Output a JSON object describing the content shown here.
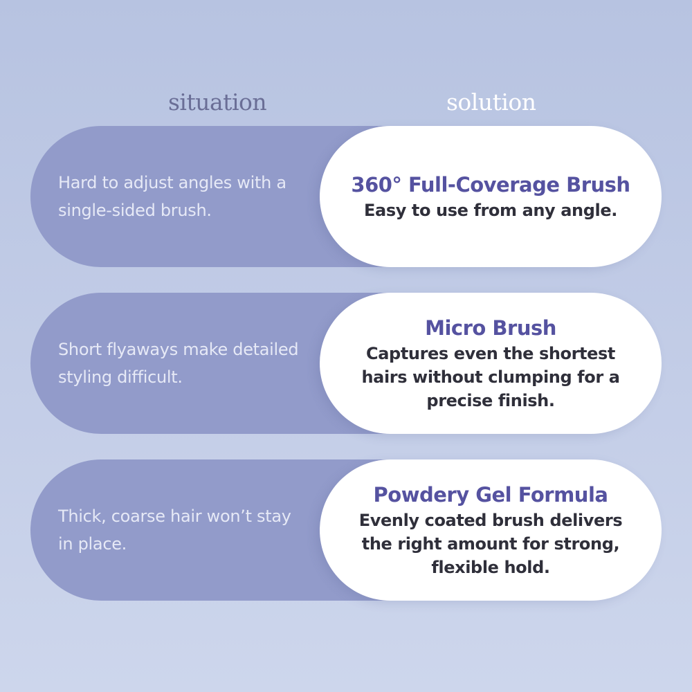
{
  "headers": {
    "situation": "situation",
    "solution": "solution"
  },
  "rows": [
    {
      "situation": "Hard to adjust angles with a single-sided brush.",
      "solution_title": "360° Full-Coverage Brush",
      "solution_desc": "Easy to use from any angle."
    },
    {
      "situation": "Short flyaways make detailed styling difficult.",
      "solution_title": "Micro Brush",
      "solution_desc": "Captures even the shortest hairs without clumping for a precise finish."
    },
    {
      "situation": "Thick, coarse hair won’t stay in place.",
      "solution_title": "Powdery Gel Formula",
      "solution_desc": "Evenly coated brush delivers the right amount for strong, flexible hold."
    }
  ],
  "colors": {
    "background": "#bfc9e5",
    "situation_pill": "#929bca",
    "solution_pill": "#ffffff",
    "title_accent": "#5552a0",
    "body_text": "#2f2f3a"
  }
}
